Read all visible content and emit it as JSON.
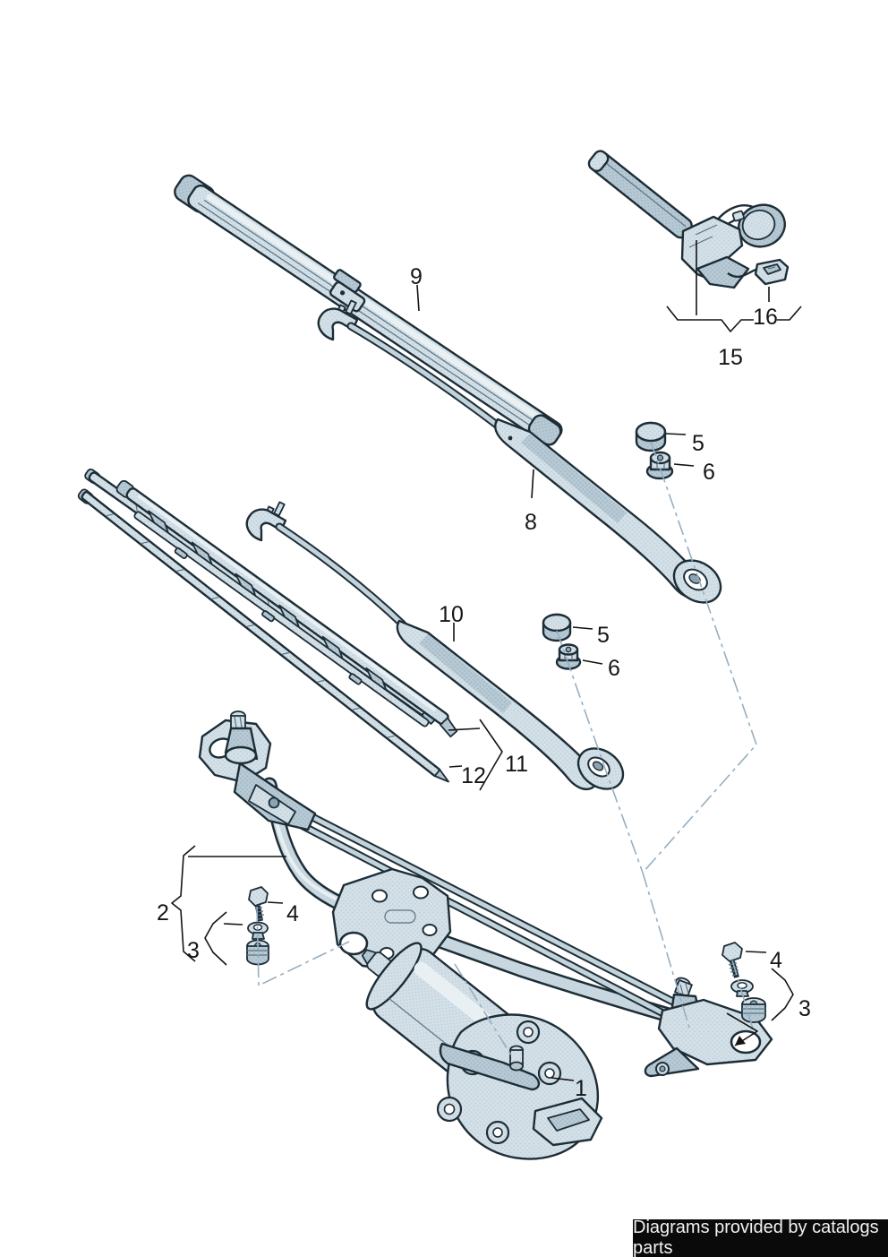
{
  "footer": {
    "text": "Diagrams provided by catalogs parts"
  },
  "colors": {
    "background": "#ffffff",
    "part_fill": "#d4e0e7",
    "part_shade": "#b6c9d4",
    "outline": "#1d2d36",
    "axis_line": "#96afc1",
    "label_text": "#161616",
    "footer_bg": "#0a0a0a",
    "footer_text": "#f2f2f2"
  },
  "callouts": [
    {
      "part": "wiper-motor",
      "label": "1"
    },
    {
      "part": "linkage-frame",
      "label": "2"
    },
    {
      "part": "grommet-left",
      "label": "3"
    },
    {
      "part": "screw-left",
      "label": "4"
    },
    {
      "part": "cap-right-arm",
      "label": "5"
    },
    {
      "part": "nut-right-arm",
      "label": "6"
    },
    {
      "part": "wiper-arm-right",
      "label": "8"
    },
    {
      "part": "wiper-blade-right",
      "label": "9"
    },
    {
      "part": "wiper-arm-left",
      "label": "10"
    },
    {
      "part": "cap-left-arm",
      "label": "5"
    },
    {
      "part": "nut-left-arm",
      "label": "6"
    },
    {
      "part": "wiper-blade-left",
      "label": "11"
    },
    {
      "part": "wiper-blade-refill",
      "label": "12"
    },
    {
      "part": "heated-wiper-blade",
      "label": "15"
    },
    {
      "part": "cable-connector",
      "label": "16"
    },
    {
      "part": "screw-right",
      "label": "4"
    },
    {
      "part": "grommet-right",
      "label": "3"
    }
  ]
}
